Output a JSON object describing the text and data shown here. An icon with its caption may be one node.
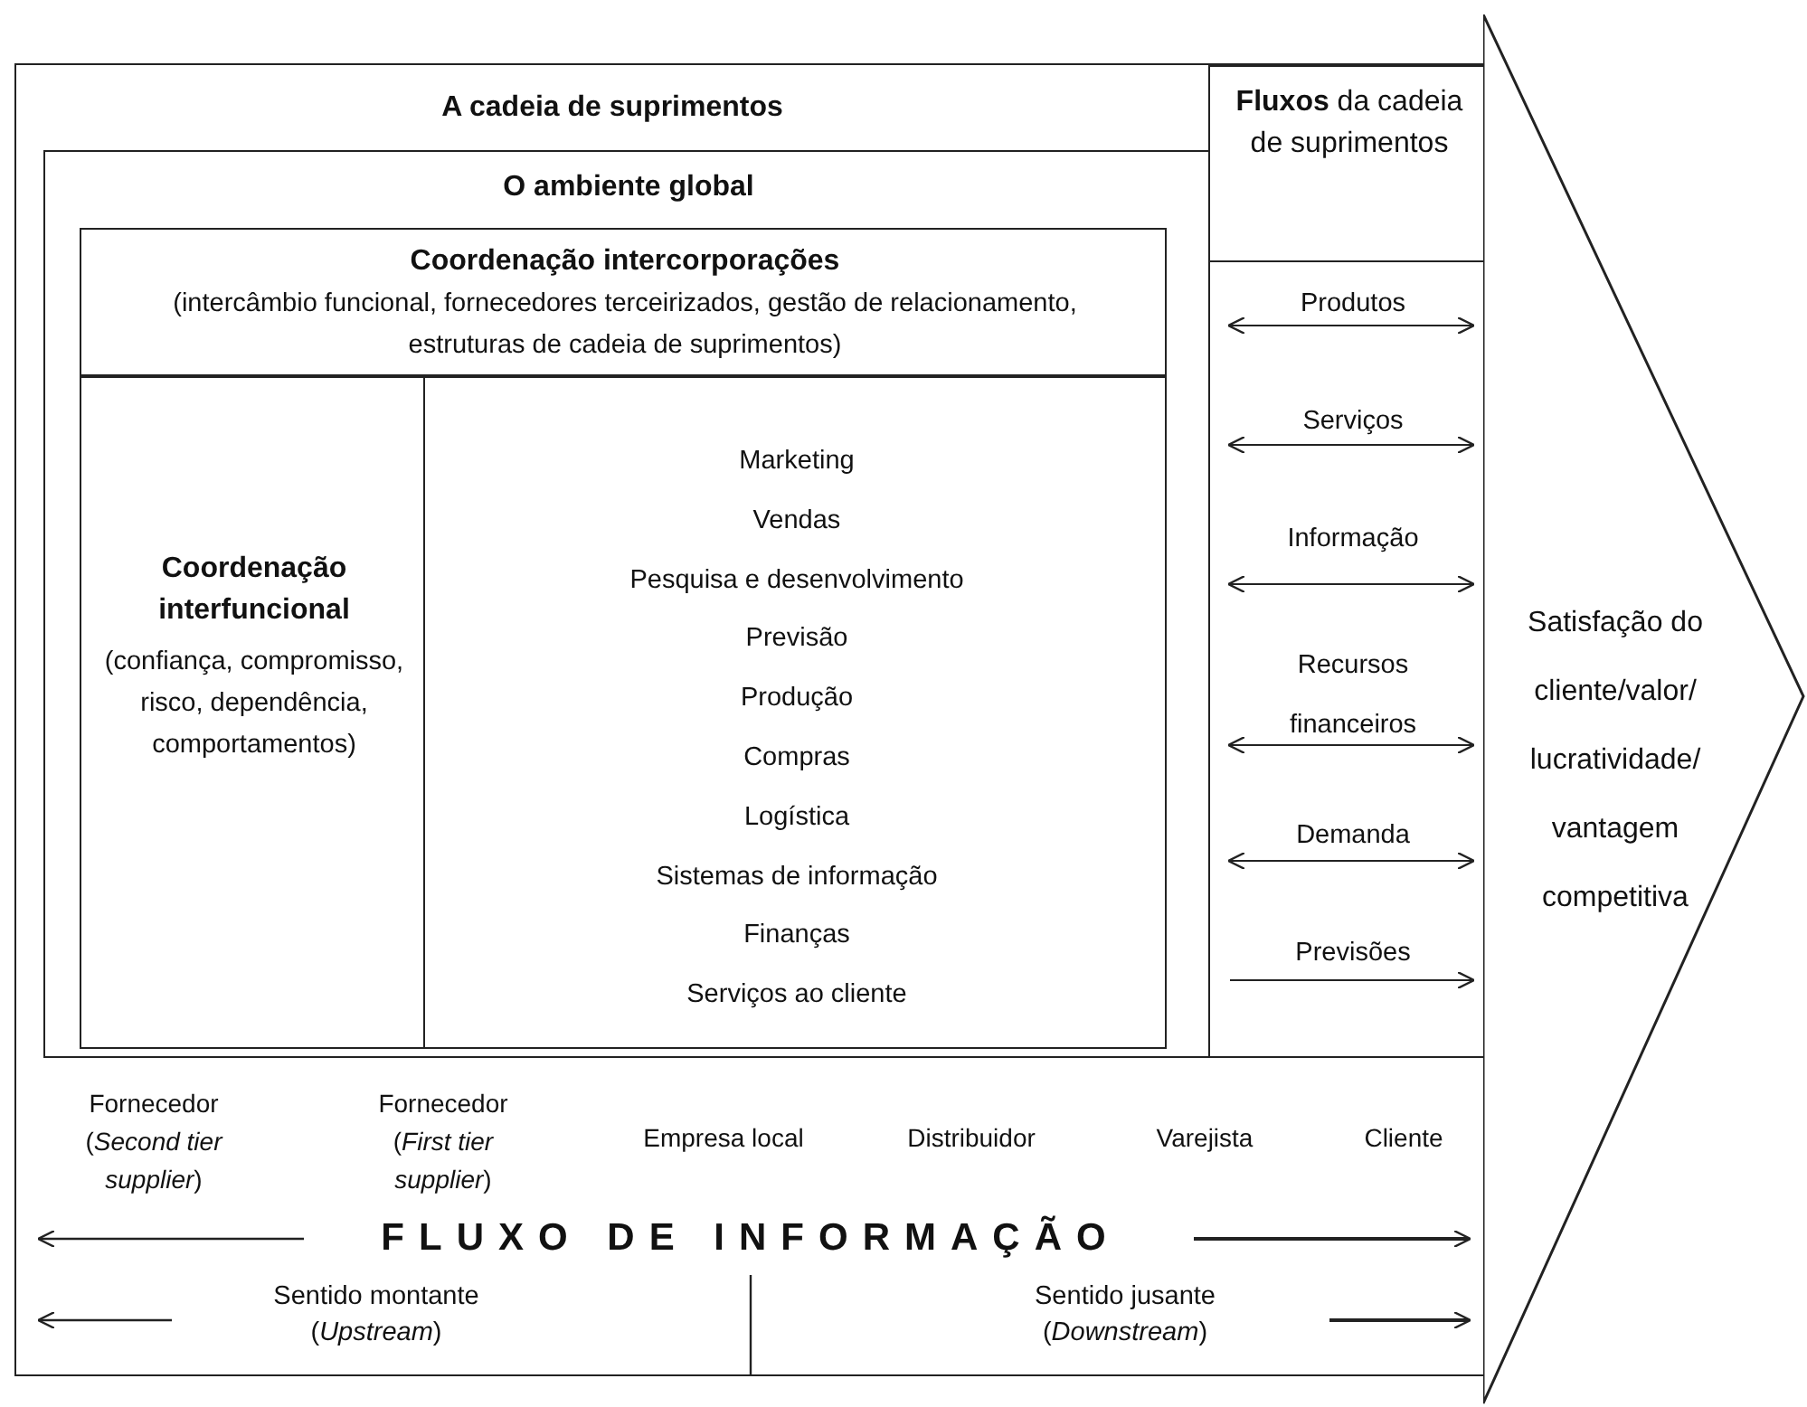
{
  "diagram": {
    "nodes": [
      {
        "text": [
          "A cadeia de suprimentos"
        ]
      },
      {
        "text": [
          "O ambiente global"
        ],
        "in": 0
      },
      {
        "text": [
          "Coordenação intercorporações",
          "(intercâmbio funcional, fornecedores terceirizados, gestão de relacionamento, estruturas de cadeia de suprimentos)"
        ],
        "in": 1
      },
      {
        "text": [
          "Coordenação interfuncional",
          "(confiança, compromisso, risco, dependência, comportamentos)"
        ],
        "in": 1
      },
      {
        "text": [
          "Marketing",
          "Vendas",
          "Pesquisa e desenvolvimento",
          "Previsão",
          "Produção",
          "Compras",
          "Logística",
          "Sistemas de informação",
          "Finanças",
          "Serviços ao cliente"
        ],
        "in": 1
      },
      {
        "text": [
          "**Fluxos** da cadeia de suprimentos"
        ],
        "in": 0
      },
      {
        "text": [],
        "shape": "box",
        "in": 0
      },
      {
        "text": [
          "Satisfação do cliente/valor/ lucratividade/ vantagem competitiva"
        ]
      }
    ],
    "edges": [],
    "labels": [
      "Produtos",
      "Serviços",
      "Informação",
      "Recursos financeiros",
      "Demanda",
      "Previsões",
      "Fornecedor (*Second tier supplier*)",
      "Fornecedor (*First tier supplier*)",
      "Empresa local",
      "Distribuidor",
      "Varejista",
      "Cliente",
      "FLUXO DE INFORMAÇÃO",
      "Sentido montante (*Upstream*)",
      "Sentido jusante (*Downstream*)"
    ]
  }
}
